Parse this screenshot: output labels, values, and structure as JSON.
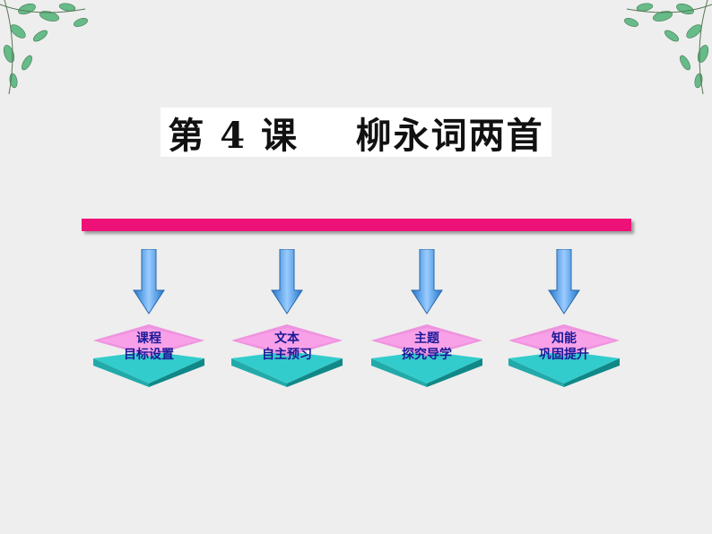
{
  "title": "第 4 课    柳永词两首",
  "modules": [
    {
      "line1": "课程",
      "line2": "目标设置"
    },
    {
      "line1": "文本",
      "line2": "自主预习"
    },
    {
      "line1": "主题",
      "line2": "探究导学"
    },
    {
      "line1": "知能",
      "line2": "巩固提升"
    }
  ],
  "colors": {
    "background": "#eeeeee",
    "bar": "#ee1177",
    "tile_top": "#ee88dd",
    "tile_base": "#33cccc",
    "arrow": "#55aaee",
    "label": "#1a1a99",
    "leaves": "#55aa77"
  },
  "icons": [
    "leaf-branch-decoration",
    "down-arrow-icon",
    "layered-tile-icon"
  ]
}
